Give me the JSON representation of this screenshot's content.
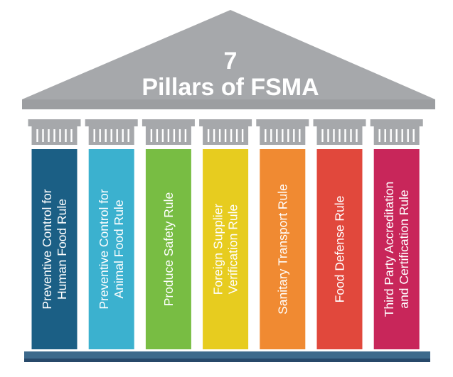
{
  "roof": {
    "number": "7",
    "title": "Pillars of FSMA"
  },
  "colors": {
    "stone": "#a6a8ab",
    "stone_dark": "#8f9194",
    "base": "#3d6a8c",
    "base_shadow": "#27496a"
  },
  "pillars": [
    {
      "lines": [
        "Preventive Control for",
        "Human Food Rule"
      ],
      "color": "#1b5f85"
    },
    {
      "lines": [
        "Preventive Control for",
        "Animal Food Rule"
      ],
      "color": "#3bb1cf"
    },
    {
      "lines": [
        "Produce Safety Rule"
      ],
      "color": "#78bd43"
    },
    {
      "lines": [
        "Foreign Supplier",
        "Verification Rule"
      ],
      "color": "#e7cc1f"
    },
    {
      "lines": [
        "Sanitary Transport Rule"
      ],
      "color": "#f08a32"
    },
    {
      "lines": [
        "Food Defense Rule"
      ],
      "color": "#e1483c"
    },
    {
      "lines": [
        "Third Party Accreditation",
        "and Certification Rule"
      ],
      "color": "#c8265a"
    }
  ]
}
